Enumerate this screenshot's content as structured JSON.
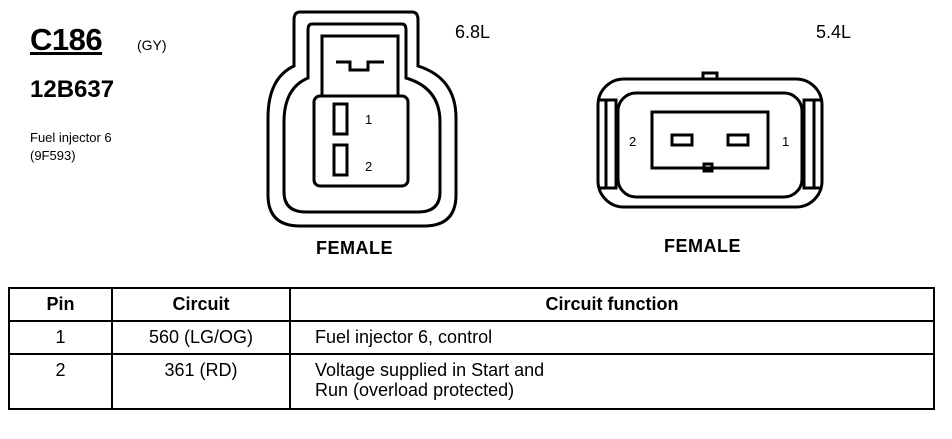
{
  "connector": {
    "id": "C186",
    "color": "(GY)",
    "part_number": "12B637",
    "description_line1": "Fuel injector 6",
    "description_line2": "(9F593)"
  },
  "views": [
    {
      "engine": "6.8L",
      "gender": "FEMALE",
      "pin_labels": [
        "1",
        "2"
      ]
    },
    {
      "engine": "5.4L",
      "gender": "FEMALE",
      "pin_labels": [
        "2",
        "1"
      ]
    }
  ],
  "table": {
    "headers": [
      "Pin",
      "Circuit",
      "Circuit function"
    ],
    "rows": [
      {
        "pin": "1",
        "circuit": "560 (LG/OG)",
        "function_line1": "Fuel injector 6, control",
        "function_line2": ""
      },
      {
        "pin": "2",
        "circuit": "361 (RD)",
        "function_line1": "Voltage supplied in Start and",
        "function_line2": "Run (overload protected)"
      }
    ]
  }
}
